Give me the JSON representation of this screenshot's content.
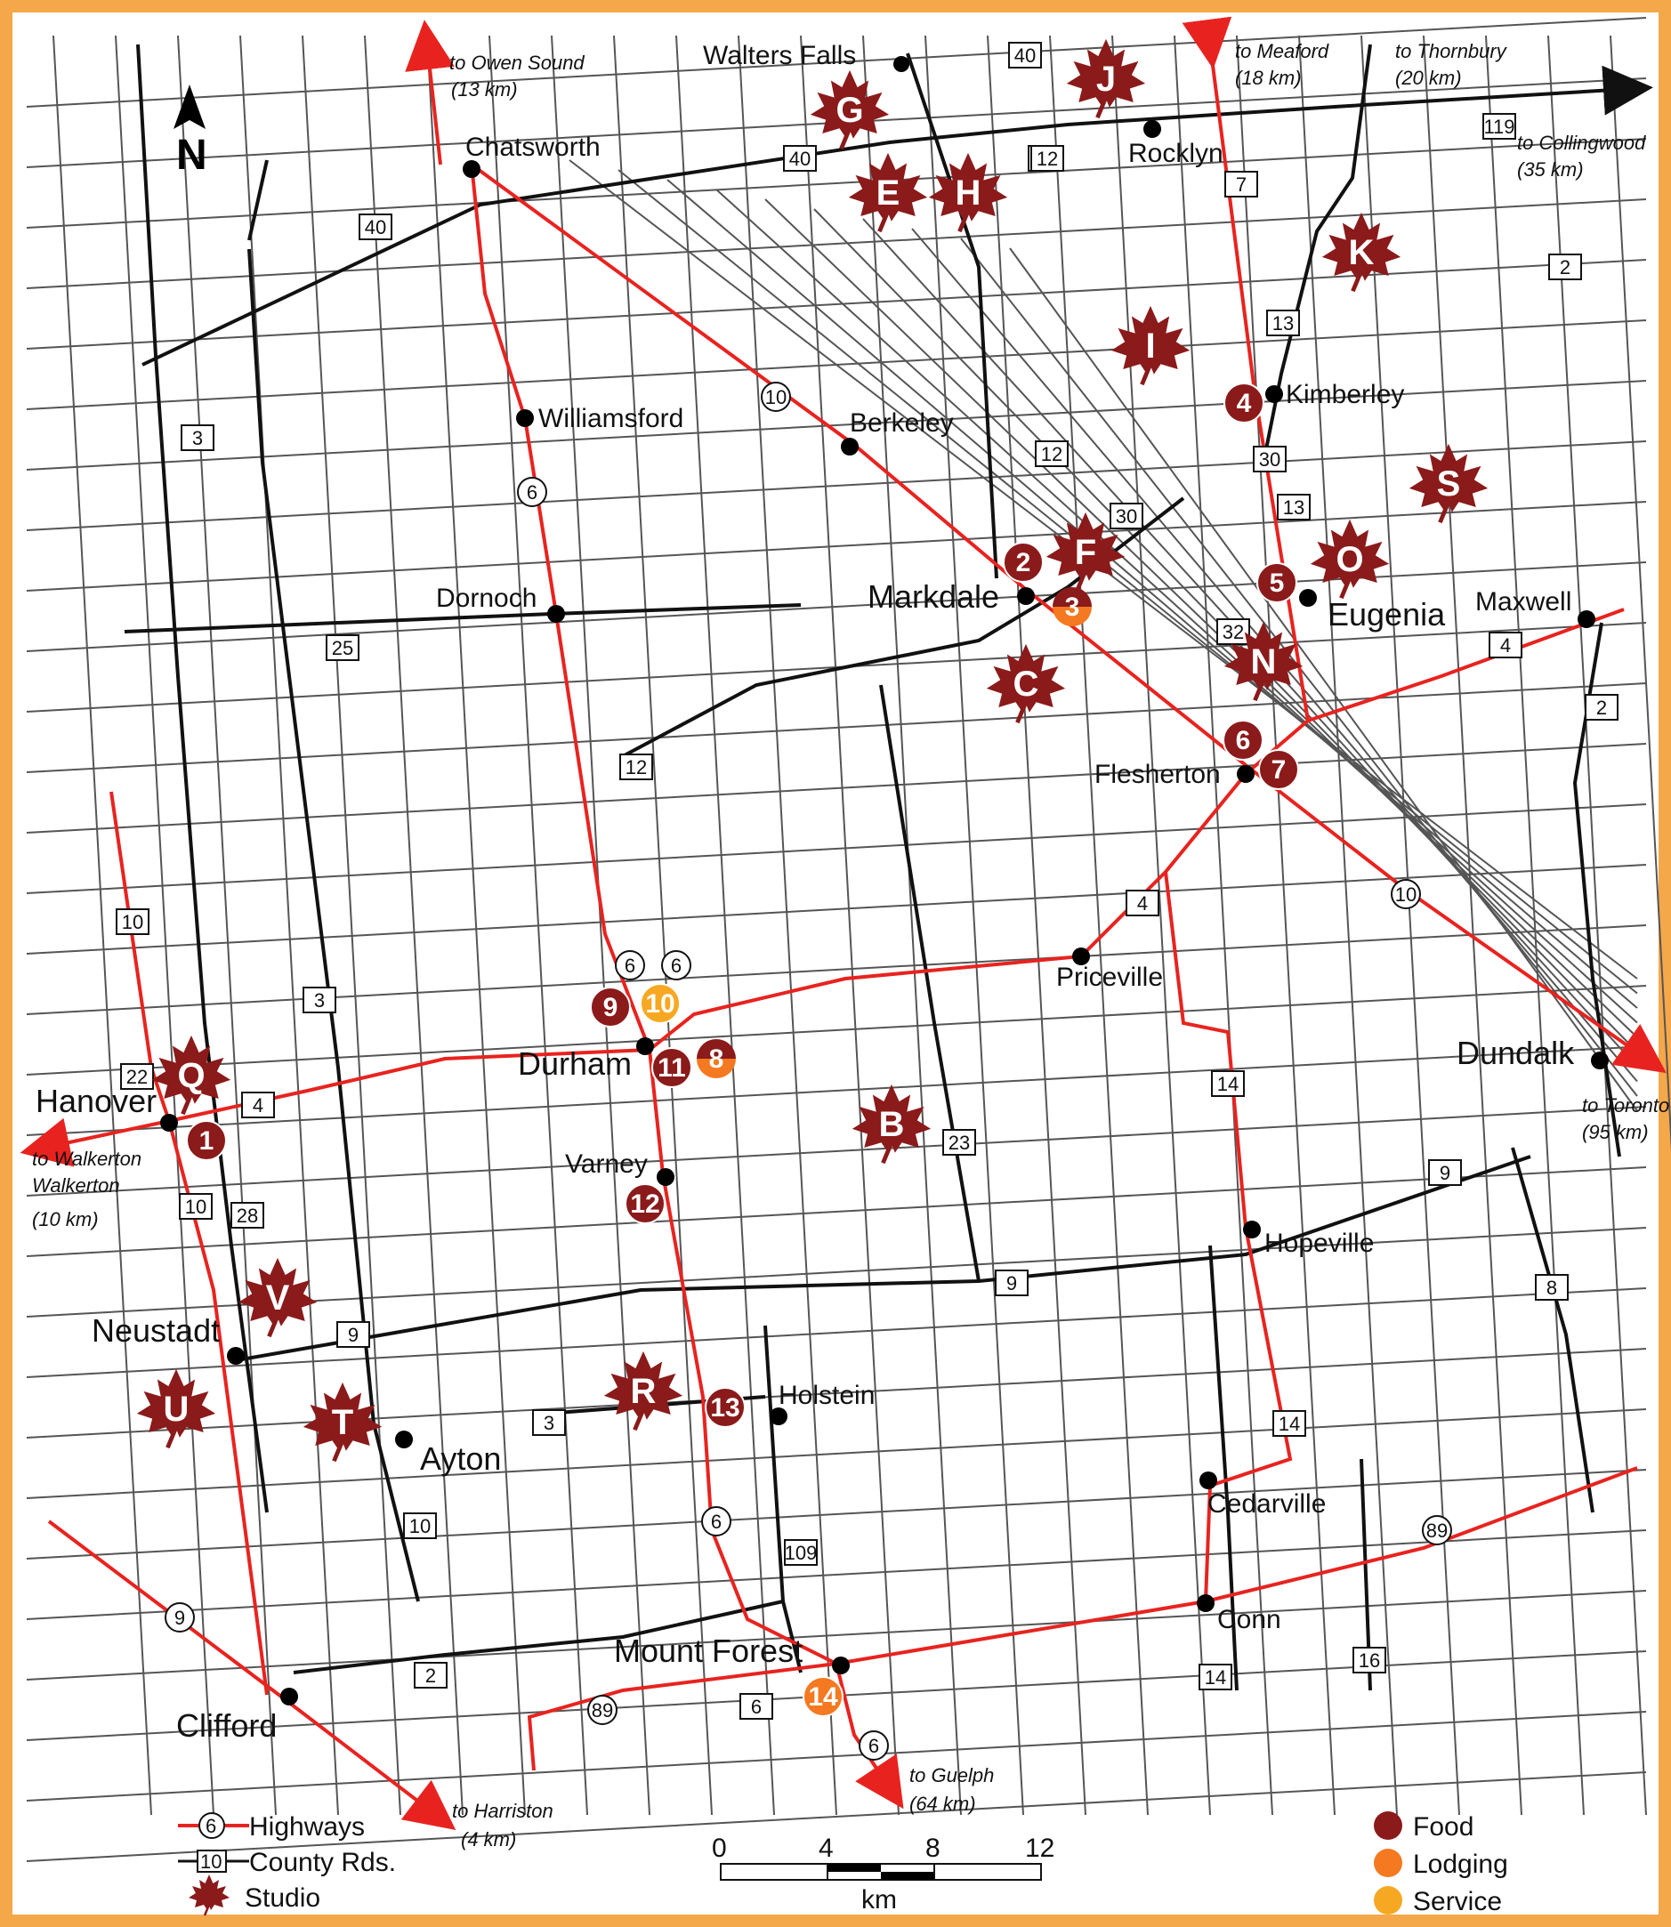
{
  "map": {
    "north_label": "N",
    "colors": {
      "highway": "#e8231f",
      "county": "#111111",
      "minor": "#555555",
      "food": "#8b1a1a",
      "lodging": "#f47920",
      "service": "#f7a823",
      "frame": "#f5a84a"
    },
    "towns": [
      "Walters Falls",
      "Chatsworth",
      "Rocklyn",
      "Williamsford",
      "Berkeley",
      "Kimberley",
      "Dornoch",
      "Markdale",
      "Eugenia",
      "Maxwell",
      "Flesherton",
      "Priceville",
      "Durham",
      "Hanover",
      "Varney",
      "Dundalk",
      "Hopeville",
      "Neustadt",
      "Holstein",
      "Ayton",
      "Cedarville",
      "Conn",
      "Mount Forest",
      "Clifford"
    ],
    "destinations": [
      {
        "name": "to Owen Sound",
        "dist": "(13 km)"
      },
      {
        "name": "to Meaford",
        "dist": "(18 km)"
      },
      {
        "name": "to Thornbury",
        "dist": "(20 km)"
      },
      {
        "name": "to Collingwood",
        "dist": "(35 km)"
      },
      {
        "name": "to Walkerton",
        "dist": "(10 km)"
      },
      {
        "name": "to Toronto",
        "dist": "(95 km)"
      },
      {
        "name": "to Harriston",
        "dist": "(4 km)"
      },
      {
        "name": "to Guelph",
        "dist": "(64 km)"
      }
    ],
    "highway_shields": [
      "6",
      "6",
      "6",
      "6",
      "6",
      "10",
      "10",
      "9",
      "89",
      "89"
    ],
    "county_shields": [
      "40",
      "40",
      "40",
      "12",
      "119",
      "7",
      "2",
      "40",
      "3",
      "13",
      "12",
      "30",
      "13",
      "30",
      "32",
      "25",
      "12",
      "4",
      "2",
      "4",
      "10",
      "22",
      "4",
      "3",
      "10",
      "28",
      "23",
      "14",
      "9",
      "9",
      "9",
      "3",
      "10",
      "109",
      "14",
      "2",
      "6",
      "14",
      "16",
      "8"
    ],
    "studios": [
      "G",
      "J",
      "E",
      "H",
      "K",
      "I",
      "S",
      "F",
      "O",
      "N",
      "C",
      "Q",
      "B",
      "V",
      "U",
      "T",
      "R"
    ],
    "food_numbers": [
      "1",
      "2",
      "4",
      "5",
      "6",
      "7",
      "9",
      "11",
      "12",
      "13"
    ],
    "lodging_numbers": [
      "14"
    ],
    "service_numbers": [
      "10"
    ],
    "split_numbers": [
      "3",
      "8"
    ]
  },
  "legend": {
    "highway_sample": "6",
    "county_sample": "10",
    "highways": "Highways",
    "county": "County Rds.",
    "studio": "Studio",
    "food": "Food",
    "lodging": "Lodging",
    "service": "Service"
  },
  "scale": {
    "ticks": [
      "0",
      "4",
      "8",
      "12"
    ],
    "unit": "km"
  }
}
